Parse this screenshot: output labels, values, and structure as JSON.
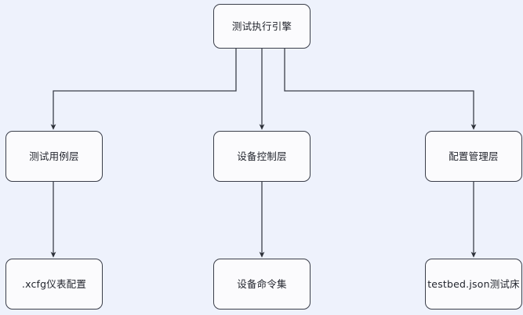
{
  "diagram": {
    "type": "flowchart",
    "direction": "top-down",
    "background_color": "#eef2fc",
    "node_fill_color": "#fbfbfd",
    "node_border_color": "#3b3f4a",
    "edge_color": "#3b3f4a",
    "nodes": [
      {
        "id": "engine",
        "label": "测试执行引擎",
        "level": 0,
        "column": "center"
      },
      {
        "id": "testcase",
        "label": "测试用例层",
        "level": 1,
        "column": "left"
      },
      {
        "id": "devicectrl",
        "label": "设备控制层",
        "level": 1,
        "column": "center"
      },
      {
        "id": "configmgmt",
        "label": "配置管理层",
        "level": 1,
        "column": "right"
      },
      {
        "id": "xcfg",
        "label": ".xcfg仪表配置",
        "level": 2,
        "column": "left"
      },
      {
        "id": "devicecmd",
        "label": "设备命令集",
        "level": 2,
        "column": "center"
      },
      {
        "id": "testbed",
        "label": "testbed.json测试床",
        "level": 2,
        "column": "right"
      }
    ],
    "edges": [
      {
        "from": "engine",
        "to": "testcase",
        "style": "orthogonal",
        "arrow": "end"
      },
      {
        "from": "engine",
        "to": "devicectrl",
        "style": "straight",
        "arrow": "end"
      },
      {
        "from": "engine",
        "to": "configmgmt",
        "style": "orthogonal",
        "arrow": "end"
      },
      {
        "from": "testcase",
        "to": "xcfg",
        "style": "straight",
        "arrow": "end"
      },
      {
        "from": "devicectrl",
        "to": "devicecmd",
        "style": "straight",
        "arrow": "end"
      },
      {
        "from": "configmgmt",
        "to": "testbed",
        "style": "straight",
        "arrow": "end"
      }
    ]
  }
}
